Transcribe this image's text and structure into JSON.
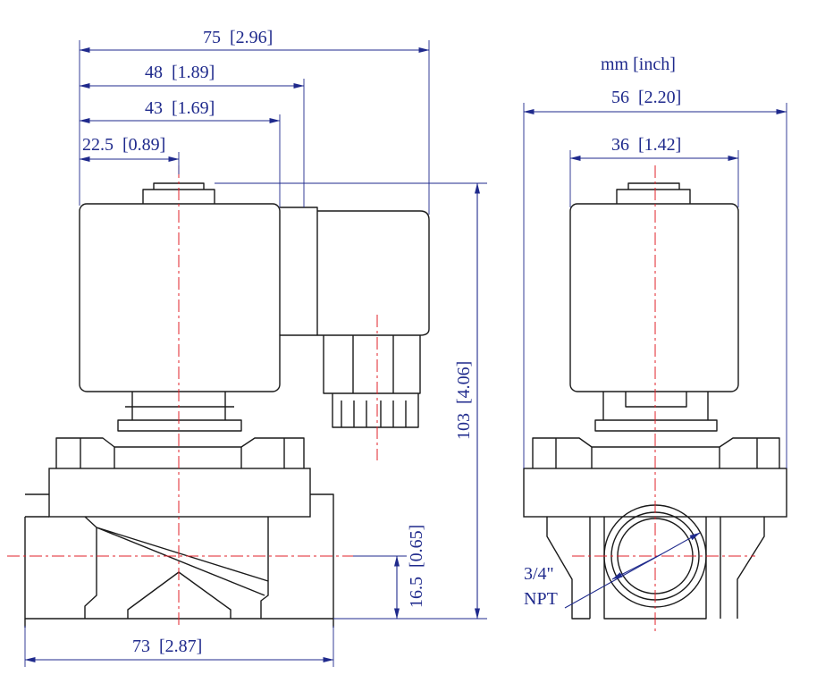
{
  "units": "mm [inch]",
  "front_view": {
    "dim_overall_width": "75  [2.96]",
    "dim_connector_width": "48  [1.89]",
    "dim_coil_width": "43  [1.69]",
    "dim_axis_offset": "22.5  [0.89]",
    "dim_overall_height": "103  [4.06]",
    "dim_port_height": "16.5  [0.65]",
    "dim_body_length": "73  [2.87]"
  },
  "side_view": {
    "dim_overall_width": "56  [2.20]",
    "dim_coil_width": "36  [1.42]",
    "port_size_line1": "3/4\"",
    "port_size_line2": "NPT"
  },
  "colors": {
    "outline": "#1a1a1a",
    "dimension": "#1f2a8c",
    "centerline": "#e0202a"
  }
}
